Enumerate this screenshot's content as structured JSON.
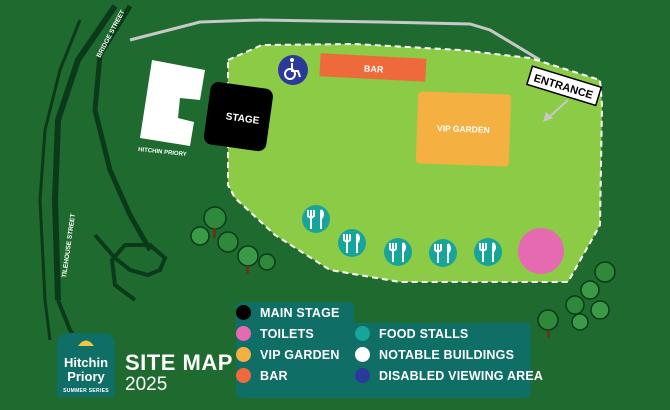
{
  "map": {
    "streets": {
      "bridge": "BRIDGE STREET",
      "tilehouse": "TILEHOUSE STREET"
    },
    "areas": {
      "stage": "STAGE",
      "bar": "BAR",
      "vip": "VIP GARDEN",
      "building": "HITCHIN PRIORY",
      "entrance": "ENTRANCE"
    },
    "icons": {
      "disabled": "wheelchair-icon",
      "food": "fork-knife-icon",
      "toilets": "toilet-circle"
    }
  },
  "legend": {
    "items": [
      {
        "label": "MAIN STAGE",
        "color": "#000000"
      },
      {
        "label": "TOILETS",
        "color": "#e66ab2"
      },
      {
        "label": "VIP GARDEN",
        "color": "#f5b042"
      },
      {
        "label": "BAR",
        "color": "#ee6a3a"
      }
    ],
    "items2": [
      {
        "label": "FOOD STALLS",
        "color": "#17a59a"
      },
      {
        "label": "NOTABLE BUILDINGS",
        "color": "#ffffff"
      },
      {
        "label": "DISABLED VIEWING AREA",
        "color": "#2b3a9a"
      }
    ]
  },
  "title": {
    "main": "SITE MAP",
    "year": "2025"
  },
  "logo": {
    "line1": "Hitchin",
    "line2": "Priory",
    "line3": "SUMMER SERIES"
  },
  "colors": {
    "background": "#1f6a2f",
    "field": "#8ccb45",
    "legend_panel": "#0f6e66",
    "path": "#c8c8c8"
  }
}
